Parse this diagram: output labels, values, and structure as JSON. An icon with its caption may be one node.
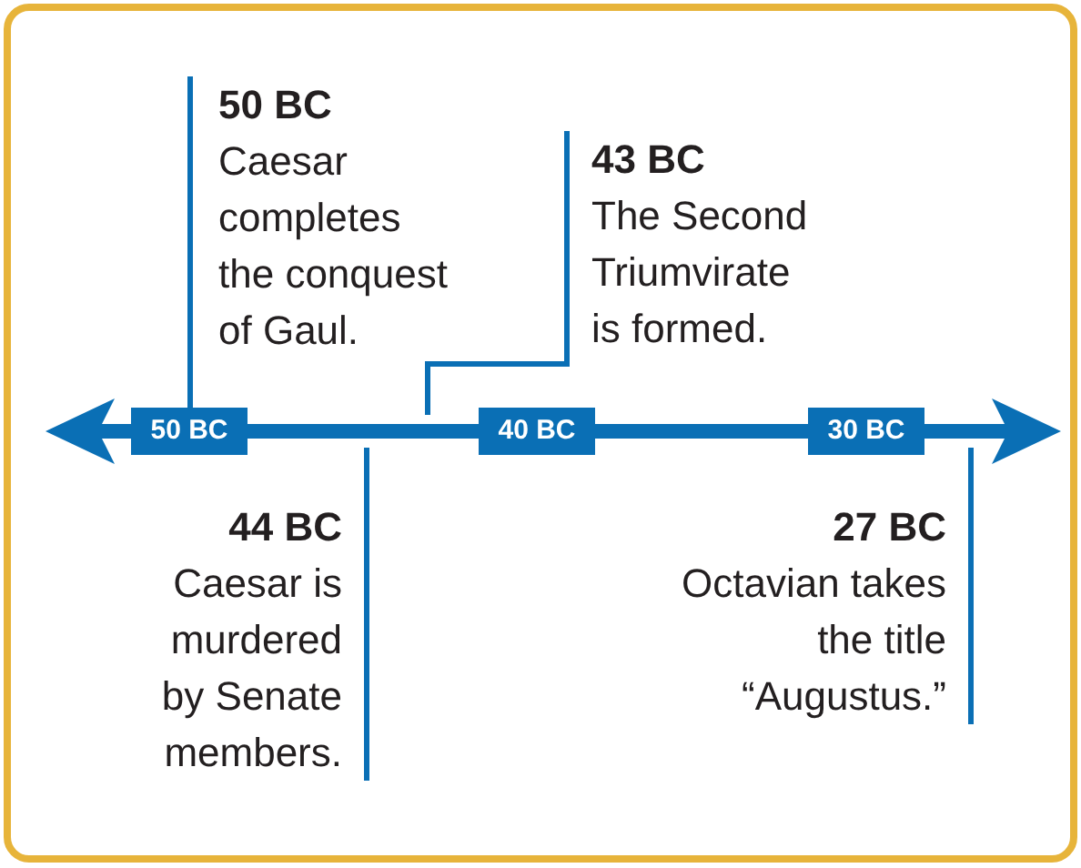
{
  "diagram": {
    "nodes": [
      {
        "text": [
          "50 BC",
          "Caesar completes the conquest of Gaul."
        ]
      },
      {
        "text": [
          "43 BC",
          "The Second Triumvirate is formed."
        ]
      },
      {
        "text": [],
        "shape": "bar"
      },
      {
        "text": [
          "44 BC",
          "Caesar is murdered by Senate members."
        ]
      },
      {
        "text": [
          "27 BC",
          "Octavian takes the title “Augustus.”"
        ]
      }
    ],
    "edges": [
      {
        "from": 0,
        "to": 2,
        "arrow": "none"
      },
      {
        "from": 1,
        "to": 2,
        "arrow": "none"
      },
      {
        "from": 3,
        "to": 2,
        "arrow": "none"
      },
      {
        "from": 4,
        "to": 2,
        "arrow": "none"
      }
    ],
    "labels": [
      "50 BC",
      "40 BC",
      "30 BC"
    ]
  }
}
